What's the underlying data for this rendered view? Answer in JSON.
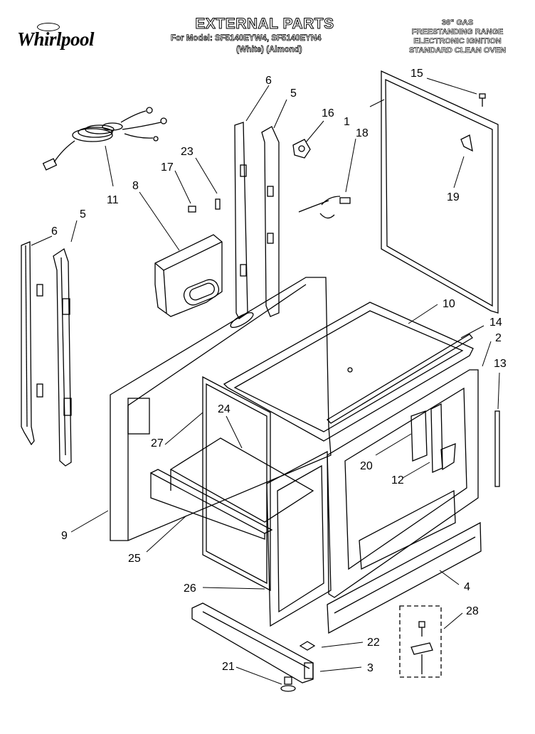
{
  "brand": "Whirlpool",
  "title": "EXTERNAL PARTS",
  "model_line": "For Model: SF5140EYW4, SF5140EYN4",
  "model_colors": "(White)    (Almond)",
  "description": [
    "36\" GAS",
    "FREESTANDING RANGE",
    "ELECTRONIC IGNITION",
    "STANDARD CLEAN OVEN"
  ],
  "callouts": [
    "1",
    "2",
    "3",
    "4",
    "5",
    "5",
    "6",
    "6",
    "8",
    "9",
    "10",
    "11",
    "12",
    "13",
    "14",
    "15",
    "16",
    "17",
    "18",
    "19",
    "20",
    "21",
    "22",
    "23",
    "24",
    "25",
    "26",
    "27",
    "28"
  ]
}
